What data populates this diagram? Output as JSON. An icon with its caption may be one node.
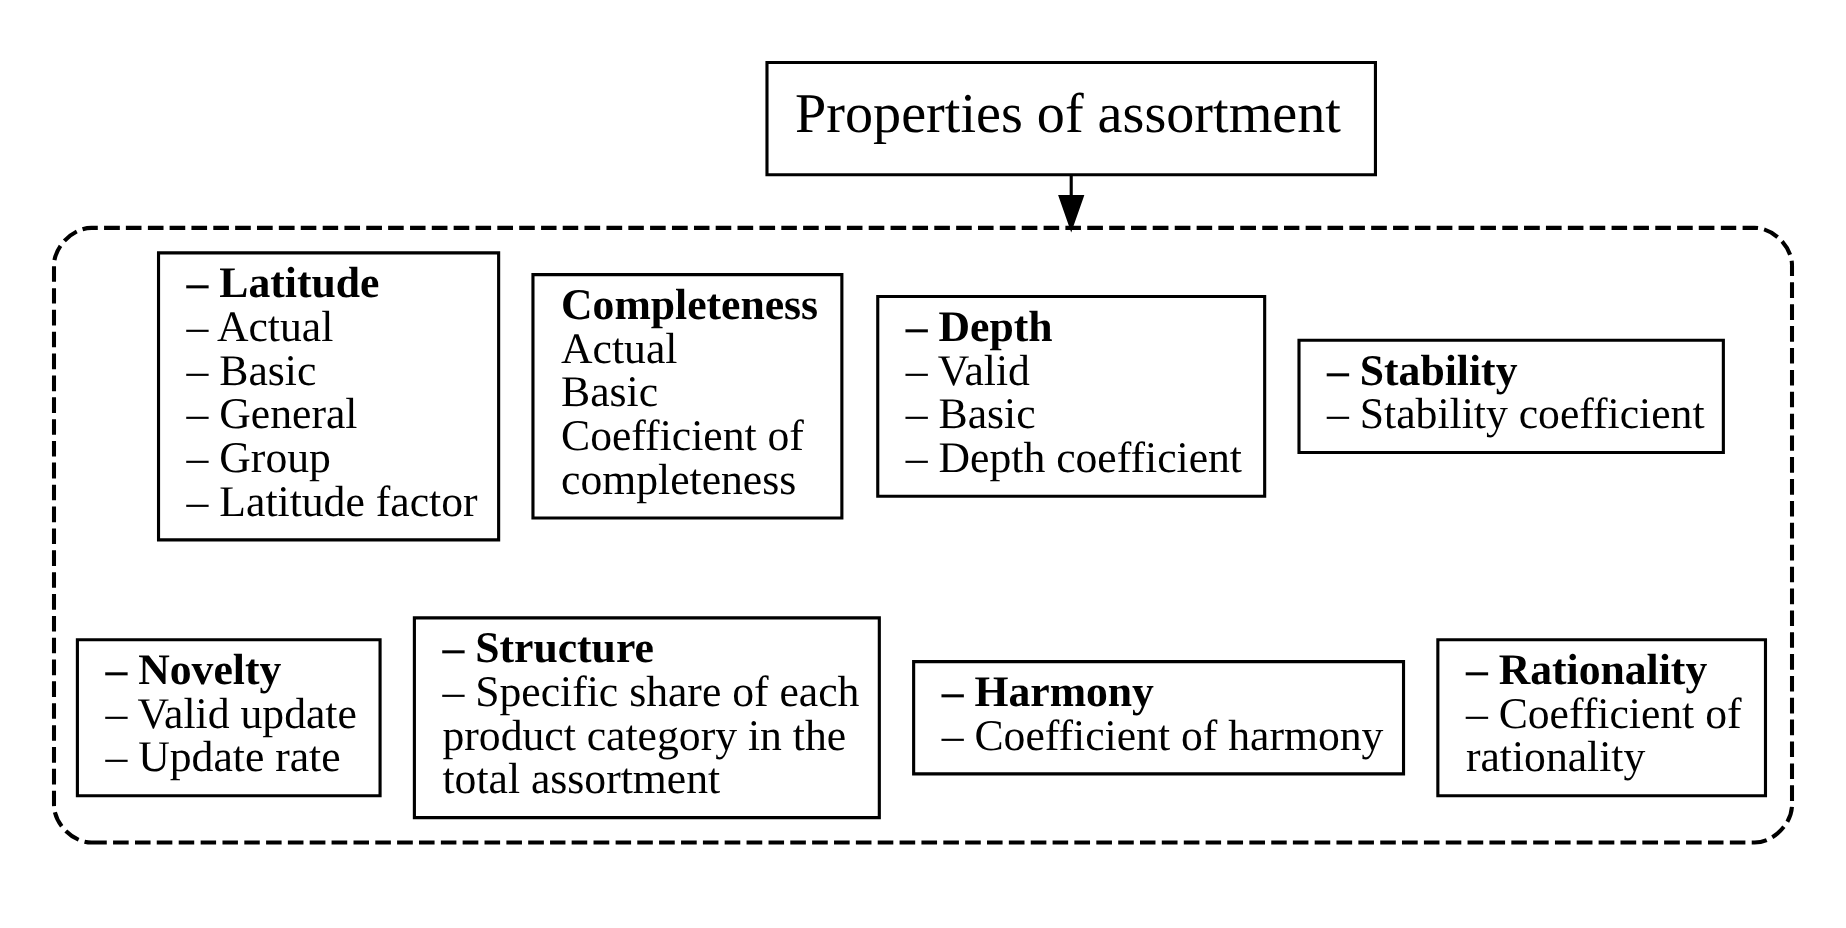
{
  "diagram": {
    "nodes": [
      {
        "text": [
          "Properties of assortment"
        ]
      },
      {
        "text": [],
        "shape": "box"
      },
      {
        "text": [
          "– Latitude",
          "– Actual",
          "– Basic",
          "– General",
          "– Group",
          "– Latitude factor"
        ],
        "in": 1
      },
      {
        "text": [
          "Completeness",
          "Actual",
          "Basic",
          "Coefficient of completeness"
        ],
        "in": 1
      },
      {
        "text": [
          "– Depth",
          "– Valid",
          "– Basic",
          "– Depth coefficient"
        ],
        "in": 1
      },
      {
        "text": [
          "– Stability",
          "– Stability coefficient"
        ],
        "in": 1
      },
      {
        "text": [
          "– Rationality",
          "– Coefficient of rationality"
        ],
        "in": 1
      },
      {
        "text": [
          "– Novelty",
          "– Valid update",
          "– Update rate"
        ],
        "in": 1
      },
      {
        "text": [
          "– Structure",
          "– Specific share of each product category in the total assortment"
        ],
        "in": 1
      },
      {
        "text": [
          "– Harmony",
          "– Coefficient of harmony"
        ],
        "in": 1
      }
    ],
    "edges": [
      {
        "from": 0,
        "to": 1,
        "arrow": "to"
      }
    ]
  }
}
